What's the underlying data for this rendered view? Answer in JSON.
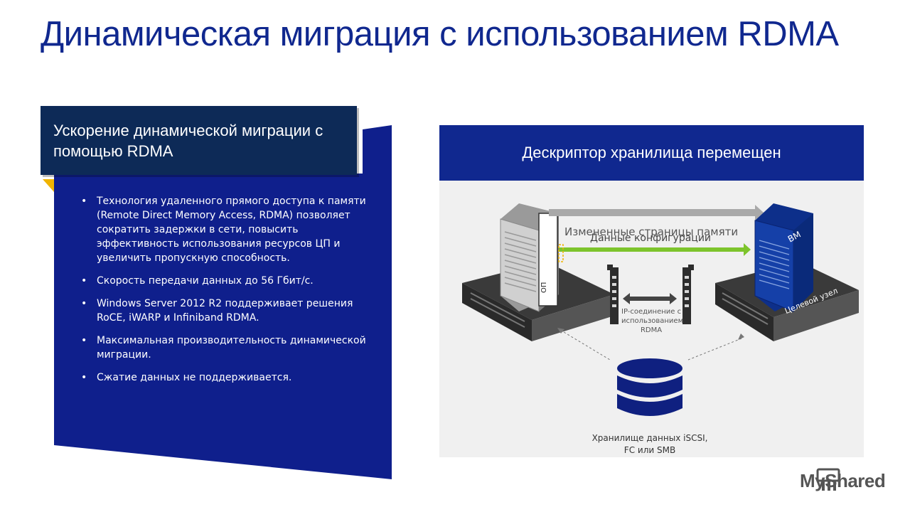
{
  "slide": {
    "title": "Динамическая миграция с использованием RDMA"
  },
  "left": {
    "callout": "Ускорение динамической миграции с помощью RDMA",
    "bullet_char": "•",
    "bullets": [
      "Технология удаленного прямого доступа к памяти (Remote Direct Memory Access, RDMA) позволяет сократить задержки в сети, повысить эффективность использования ресурсов ЦП и увеличить пропускную способность.",
      "Скорость передачи данных до 56 Гбит/с.",
      "Windows Server 2012 R2 поддерживает решения RoCE, iWARP и Infiniband RDMA.",
      "Максимальная производительность динамической миграции.",
      "Сжатие данных не поддерживается."
    ]
  },
  "right": {
    "header": "Дескриптор хранилища перемещен",
    "diagram": {
      "arrow_label_memory": "Измененные страницы памяти",
      "arrow_label_config": "Данные конфигурации",
      "source_label": "ОП",
      "target_vm_label": "ВМ",
      "target_node_label": "Целевой узел",
      "link_label_line1": "IP-соединение с",
      "link_label_line2": "использованием",
      "link_label_line3": "RDMA",
      "storage_label_line1": "Хранилище данных iSCSI,",
      "storage_label_line2": "FC или SMB"
    }
  },
  "watermark": {
    "brand": "MyShared"
  },
  "colors": {
    "title": "#10288f",
    "navy": "#10288f",
    "callout": "#0d2a57",
    "accent_yellow": "#f0b400",
    "arrow_green": "#7dc42c",
    "server_blue": "#1540a8"
  }
}
